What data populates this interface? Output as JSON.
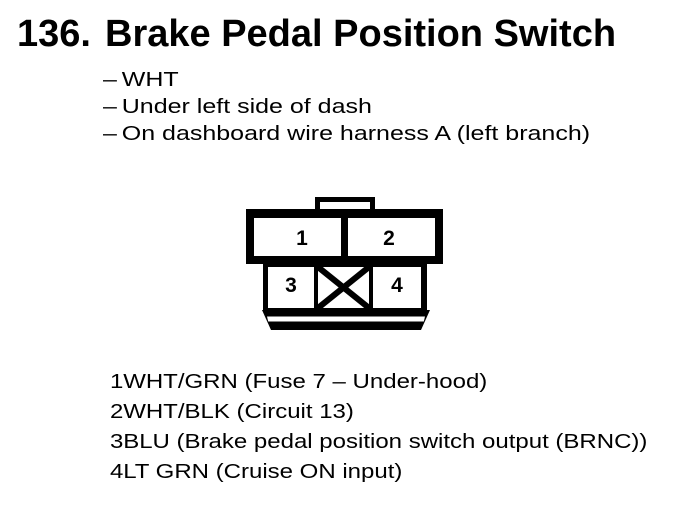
{
  "page": {
    "background_color": "#ffffff",
    "text_color": "#000000"
  },
  "header": {
    "item_number": "136.",
    "title": "Brake Pedal Position Switch"
  },
  "location_notes": {
    "bullet": "–",
    "items": [
      "WHT",
      "Under left side of dash",
      "On dashboard wire harness A (left branch)"
    ]
  },
  "connector": {
    "description": "4-cavity connector, front view, one blocked cavity",
    "cavities": [
      {
        "pin": "1",
        "row": "top"
      },
      {
        "pin": "2",
        "row": "top"
      },
      {
        "pin": "3",
        "row": "bottom"
      },
      {
        "pin": "4",
        "row": "bottom"
      }
    ],
    "blocked_cavity": "between pins 3 and 4 (X)"
  },
  "pinout": [
    {
      "pin": "1",
      "description": "WHT/GRN (Fuse 7 – Under-hood)"
    },
    {
      "pin": "2",
      "description": "WHT/BLK (Circuit 13)"
    },
    {
      "pin": "3",
      "description": "BLU (Brake pedal position switch output (BRNC))"
    },
    {
      "pin": "4",
      "description": "LT GRN (Cruise ON input)"
    }
  ]
}
